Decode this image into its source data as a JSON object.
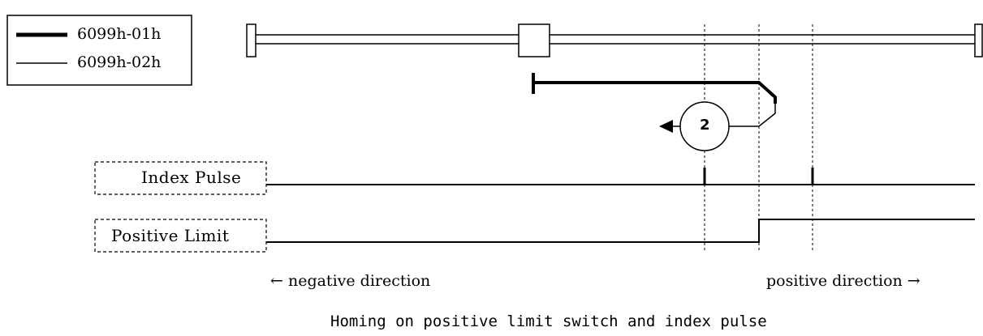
{
  "legend": {
    "thick_label": "6099h-01h",
    "thin_label": "6099h-02h"
  },
  "signals": {
    "index_pulse": "Index Pulse",
    "positive_limit": "Positive Limit"
  },
  "directions": {
    "negative": "← negative direction",
    "positive": "positive direction →"
  },
  "step_number": "2",
  "caption": "Homing on positive limit switch and index pulse"
}
